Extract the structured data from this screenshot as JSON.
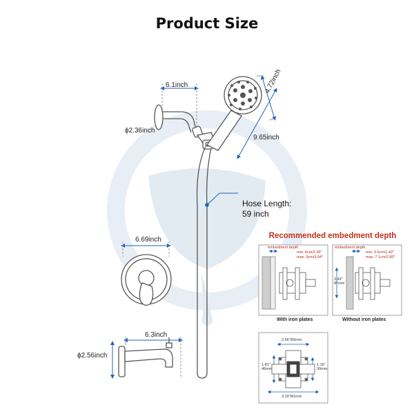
{
  "title": "Product Size",
  "dimensions": {
    "arm_length": "6.1inch",
    "flange_diameter": "ϕ2.36inch",
    "head_diameter": "4.72inch",
    "handheld_length": "9.65inch",
    "hose_label_line1": "Hose Length:",
    "hose_label_line2": "59 inch",
    "trim_width": "6.69inch",
    "spout_length": "6.3inch",
    "spout_diameter": "ϕ2.56inch"
  },
  "embedment": {
    "title": "Recommended embedment depth",
    "left_panel": {
      "tag": "embedment depth",
      "min": "min: 6cm/2.36\"",
      "max": "max: 9cm/3.54\"",
      "caption": "With iron plates"
    },
    "right_panel": {
      "tag": "embedment depth",
      "min": "min: 3.6cm/1.42\"",
      "max": "max: 7.1cm/2.80\"",
      "side_dim_1": "3.43\"",
      "side_dim_2": "87mm",
      "caption": "Without iron plates"
    },
    "valve_panel": {
      "top_dim": "2.56\"/65mm",
      "left_dim_1": "1.81\"",
      "left_dim_2": "46mm",
      "right_dim_1": "1.18\"",
      "right_dim_2": "30mm",
      "bottom_dim": "3.19\"/81mm"
    }
  },
  "colors": {
    "title": "#111111",
    "accent_red": "#c0321e",
    "dim_blue": "#1e63b8",
    "watermark": "#e3ebf3"
  }
}
